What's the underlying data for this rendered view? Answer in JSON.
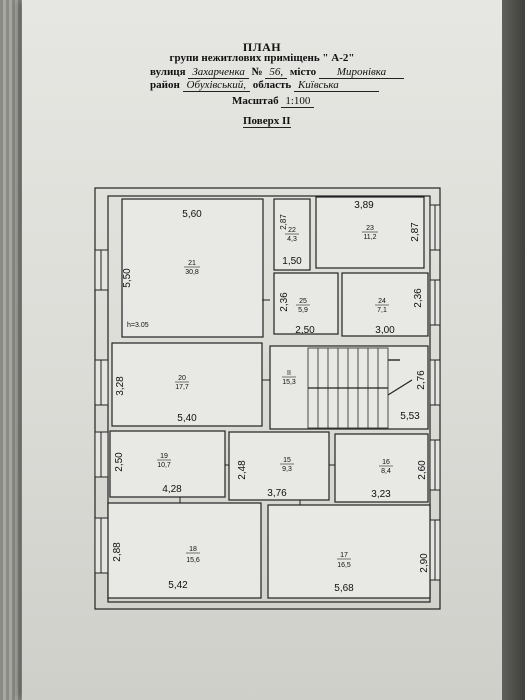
{
  "header": {
    "title": "ПЛАН",
    "subtitle": "групи нежитлових приміщень \" А-2\"",
    "street_label": "вулиця",
    "street": "Захарченка",
    "number_label": "№",
    "number": "56,",
    "city_label": "місто",
    "city": "Миронівка",
    "district_label": "район",
    "district": "Обухівський,",
    "region_label": "область",
    "region": "Київська",
    "scale_label": "Масштаб",
    "scale": "1:100",
    "floor": "Поверх II"
  },
  "height_note": "h=3.05",
  "rooms": [
    {
      "id": "21",
      "num": "21",
      "area": "30,8",
      "dims": [
        "5,60",
        "5,50"
      ]
    },
    {
      "id": "22",
      "num": "22",
      "area": "4,3",
      "dims": [
        "2,87",
        "1,50"
      ]
    },
    {
      "id": "23",
      "num": "23",
      "area": "11,2",
      "dims": [
        "3,89",
        "2,87"
      ]
    },
    {
      "id": "25",
      "num": "25",
      "area": "5,9",
      "dims": [
        "2,36",
        "2,50"
      ]
    },
    {
      "id": "24",
      "num": "24",
      "area": "7,1",
      "dims": [
        "2,36",
        "3,00"
      ]
    },
    {
      "id": "20",
      "num": "20",
      "area": "17,7",
      "dims": [
        "3,28",
        "5,40"
      ]
    },
    {
      "id": "II",
      "num": "II",
      "area": "15,3",
      "dims": [
        "2,76",
        "5,53"
      ]
    },
    {
      "id": "19",
      "num": "19",
      "area": "10,7",
      "dims": [
        "2,50",
        "4,28"
      ]
    },
    {
      "id": "15",
      "num": "15",
      "area": "9,3",
      "dims": [
        "2,48",
        "3,76"
      ]
    },
    {
      "id": "16",
      "num": "16",
      "area": "8,4",
      "dims": [
        "2,60",
        "3,23"
      ]
    },
    {
      "id": "18",
      "num": "18",
      "area": "15,6",
      "dims": [
        "2,88",
        "5,42"
      ]
    },
    {
      "id": "17",
      "num": "17",
      "area": "16,5",
      "dims": [
        "2,90",
        "5,68"
      ]
    }
  ]
}
